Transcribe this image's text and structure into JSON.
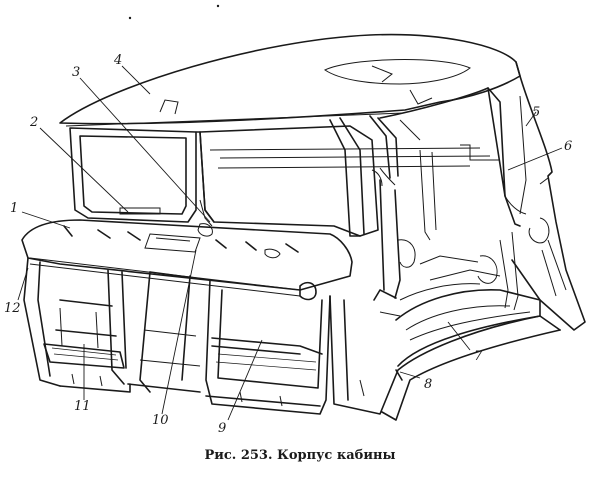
{
  "caption": "Рис. 253. Корпус кабины",
  "callouts": [
    "1",
    "2",
    "3",
    "4",
    "5",
    "6",
    "7",
    "8",
    "9",
    "10",
    "11",
    "12"
  ]
}
